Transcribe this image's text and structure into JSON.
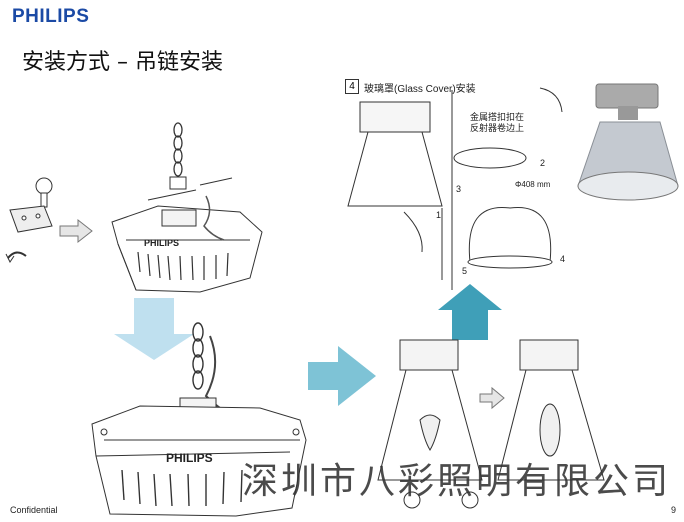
{
  "header": {
    "brand": "PHILIPS",
    "title": "安装方式 – 吊链安装"
  },
  "step": {
    "number": "4",
    "title": "玻璃罩(Glass Cover)安装",
    "note_line1": "金属搭扣扣在",
    "note_line2": "反射器卷边上",
    "dimension": "Φ408 mm",
    "labels": [
      "1",
      "2",
      "3",
      "4",
      "5"
    ]
  },
  "lamp_brand": "PHILIPS",
  "watermark": "深圳市八彩照明有限公司",
  "footer": {
    "left": "Confidential",
    "page": "9"
  },
  "colors": {
    "brand": "#1b4aa5",
    "arrow_light": "#bfe0ef",
    "arrow_mid": "#7ec3d6",
    "arrow_dark": "#3f9fb8"
  }
}
